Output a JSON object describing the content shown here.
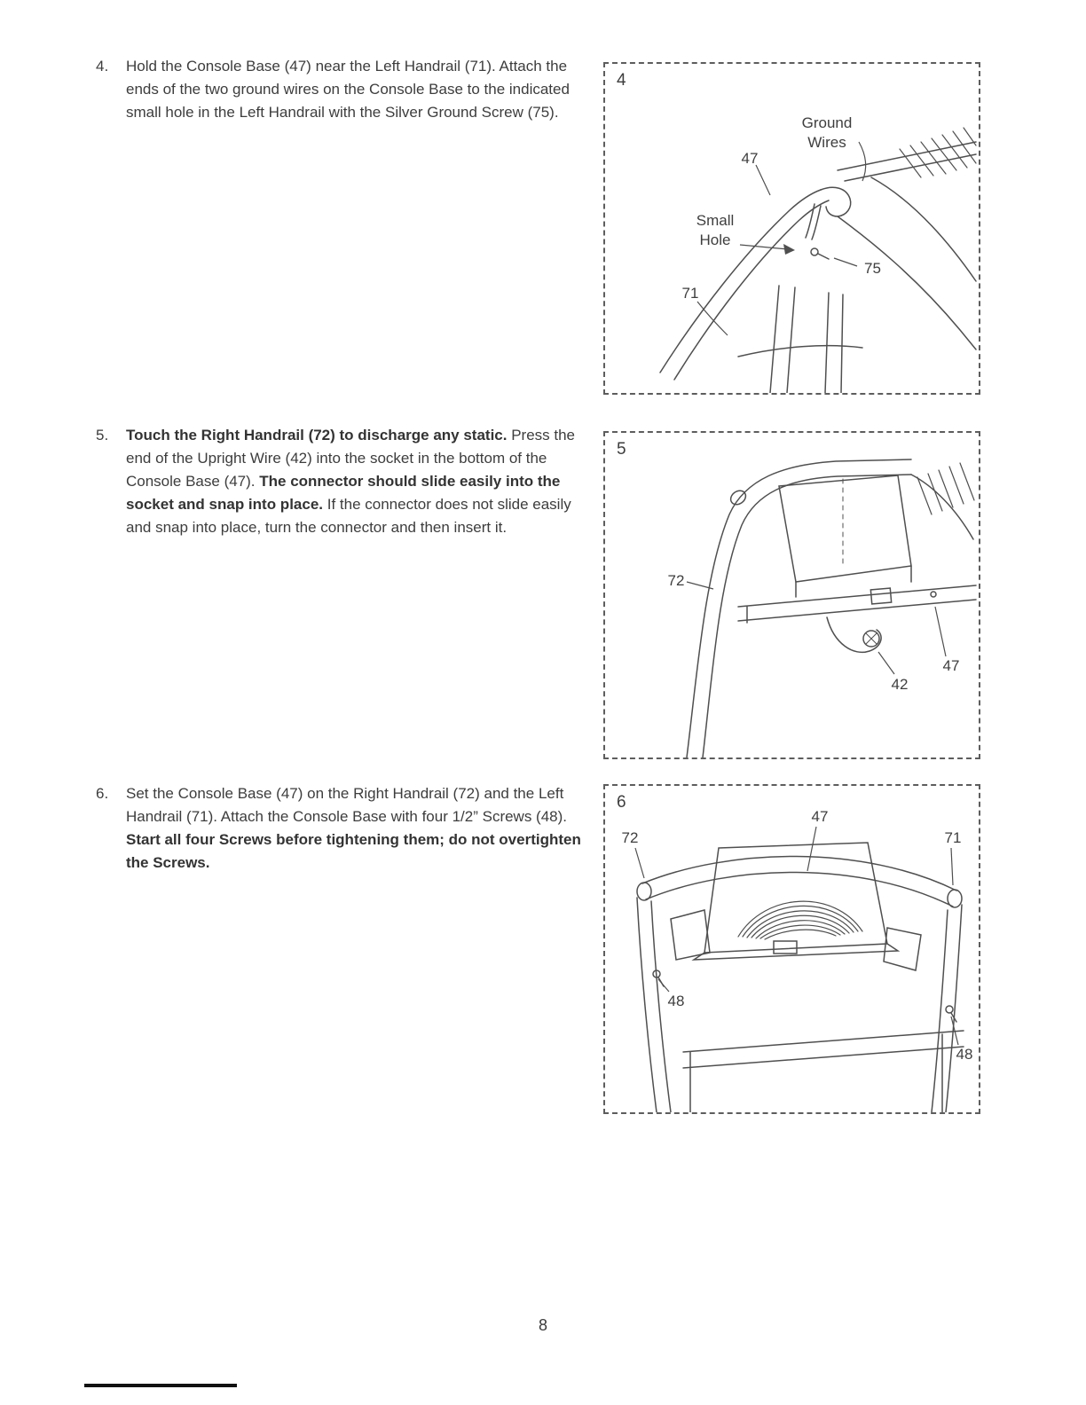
{
  "page": {
    "number": "8"
  },
  "steps": [
    {
      "num": "4.",
      "segments": [
        {
          "text": "Hold the Console Base (47) near the Left Handrail (71). Attach the ends of the two ground wires on the Console Base to the indicated small hole in the Left Handrail with the Silver Ground Screw (75)."
        }
      ]
    },
    {
      "num": "5.",
      "segments": [
        {
          "text": "Touch the Right Handrail (72) to discharge any static. "
        },
        {
          "text": "Press the end of the Upright Wire (42) into the socket in the bottom of the Console Base (47). "
        },
        {
          "text": "The connector should slide easily into the socket and snap into place. "
        },
        {
          "text": "If the connector does not slide easily and snap into place, turn the connector and then insert it."
        }
      ]
    },
    {
      "num": "6.",
      "segments": [
        {
          "text": "Set the Console Base (47) on the Right Handrail (72) and the Left Handrail (71). Attach the Console Base with four 1/2” Screws (48). "
        },
        {
          "text": "Start all four Screws before tightening them; do not overtighten the Screws."
        }
      ]
    }
  ],
  "figures": [
    {
      "label": "4",
      "callouts": {
        "c47": "47",
        "ground": "Ground",
        "wires": "Wires",
        "small": "Small",
        "hole": "Hole",
        "c75": "75",
        "c71": "71"
      }
    },
    {
      "label": "5",
      "callouts": {
        "c72": "72",
        "c42": "42",
        "c47": "47"
      }
    },
    {
      "label": "6",
      "callouts": {
        "c47": "47",
        "c72": "72",
        "c71": "71",
        "c48a": "48",
        "c48b": "48"
      }
    }
  ]
}
